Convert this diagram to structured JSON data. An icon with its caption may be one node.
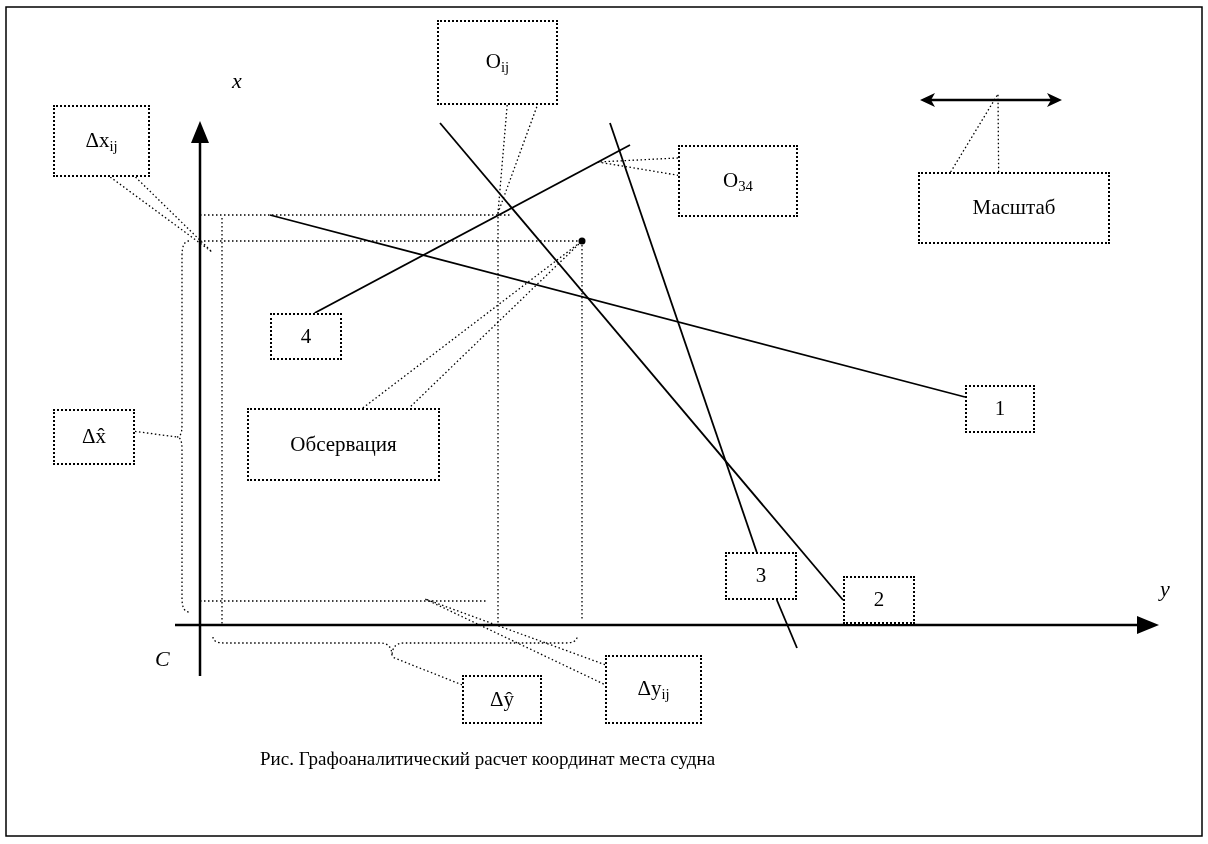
{
  "diagram": {
    "caption": "Рис. Графоаналитический расчет координат места судна",
    "nodes": [
      {
        "text": [
          "O$_{ij}$"
        ]
      },
      {
        "text": [
          "Δx$_{ij}$"
        ]
      },
      {
        "text": [
          "O$_{34}$"
        ]
      },
      {
        "text": [
          "Масштаб"
        ]
      },
      {
        "text": [
          "4"
        ]
      },
      {
        "text": [
          "1"
        ]
      },
      {
        "text": [
          "Обсервация"
        ]
      },
      {
        "text": [
          "Δx̂"
        ]
      },
      {
        "text": [
          "3"
        ]
      },
      {
        "text": [
          "2"
        ]
      },
      {
        "text": [
          "Δy$_{ij}$"
        ]
      },
      {
        "text": [
          "Δŷ"
        ]
      },
      {
        "text": [],
        "shape": "brace"
      },
      {
        "text": [],
        "shape": "brace"
      }
    ],
    "edges": [
      {
        "from": 0,
        "to": null,
        "arrow": "none",
        "style": "dashed"
      },
      {
        "from": 1,
        "to": null,
        "arrow": "none",
        "style": "dashed"
      },
      {
        "from": 2,
        "to": null,
        "arrow": "none",
        "style": "dashed"
      },
      {
        "from": 3,
        "to": null,
        "arrow": "none",
        "style": "dashed"
      },
      {
        "from": 4,
        "to": null,
        "arrow": "none"
      },
      {
        "from": 5,
        "to": null,
        "arrow": "none"
      },
      {
        "from": 6,
        "to": null,
        "arrow": "none",
        "style": "dashed"
      },
      {
        "from": 7,
        "to": 12,
        "arrow": "none",
        "style": "dashed"
      },
      {
        "from": 8,
        "to": null,
        "arrow": "none"
      },
      {
        "from": 8,
        "to": null,
        "arrow": "none"
      },
      {
        "from": 9,
        "to": null,
        "arrow": "none"
      },
      {
        "from": 10,
        "to": null,
        "arrow": "none",
        "style": "dashed"
      },
      {
        "from": 11,
        "to": 13,
        "arrow": "none",
        "style": "dashed"
      }
    ],
    "labels": [
      "x",
      "y",
      "C"
    ]
  }
}
